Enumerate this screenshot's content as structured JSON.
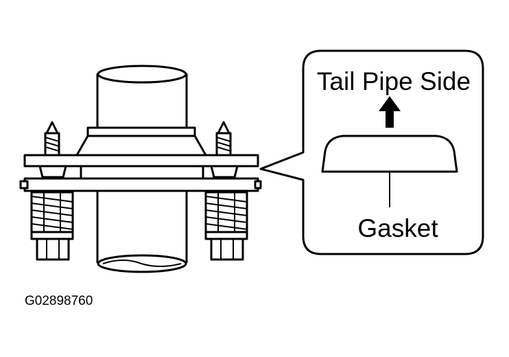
{
  "callout": {
    "direction_label": "Tail Pipe Side",
    "part_label": "Gasket"
  },
  "figure_code": "G02898760",
  "colors": {
    "ink": "#000000",
    "paper": "#ffffff"
  },
  "icons": [
    "up-arrow-icon"
  ]
}
